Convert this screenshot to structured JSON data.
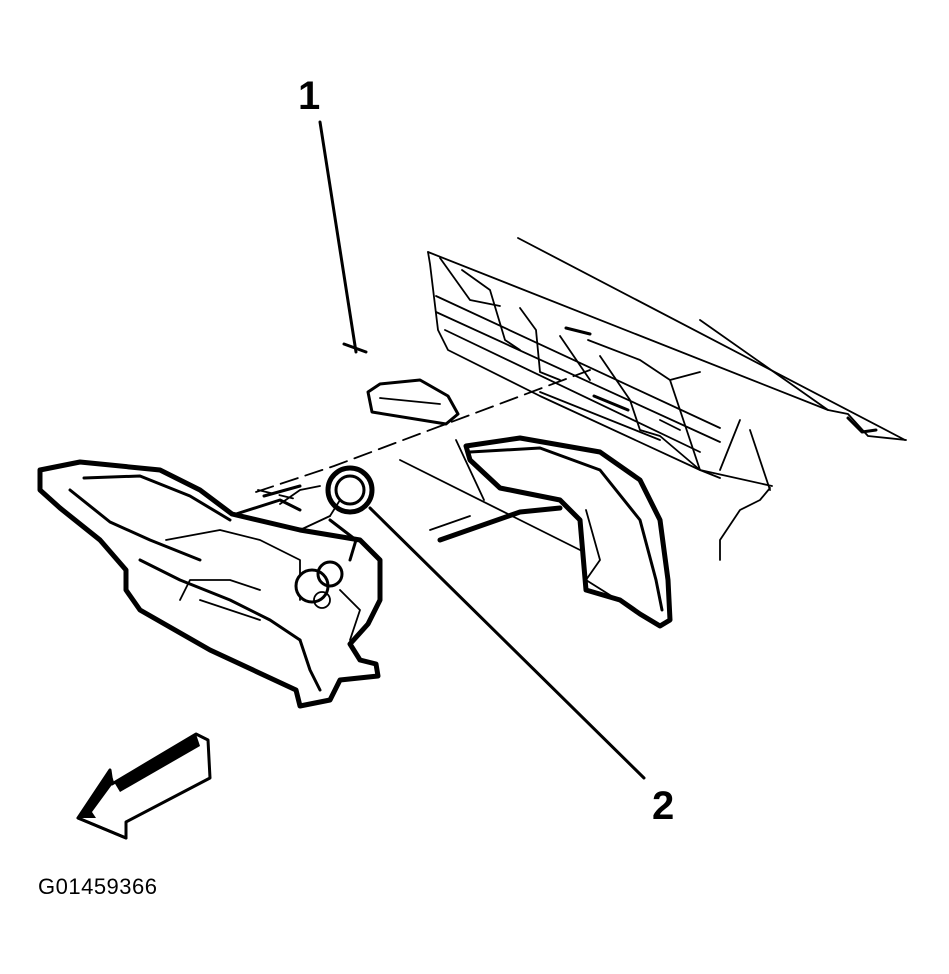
{
  "callouts": {
    "label_1": "1",
    "label_2": "2"
  },
  "figure_id": "G01459366",
  "icons": {
    "direction_arrow": "front-direction-arrow-icon"
  },
  "colors": {
    "ink": "#000000",
    "paper": "#ffffff"
  }
}
